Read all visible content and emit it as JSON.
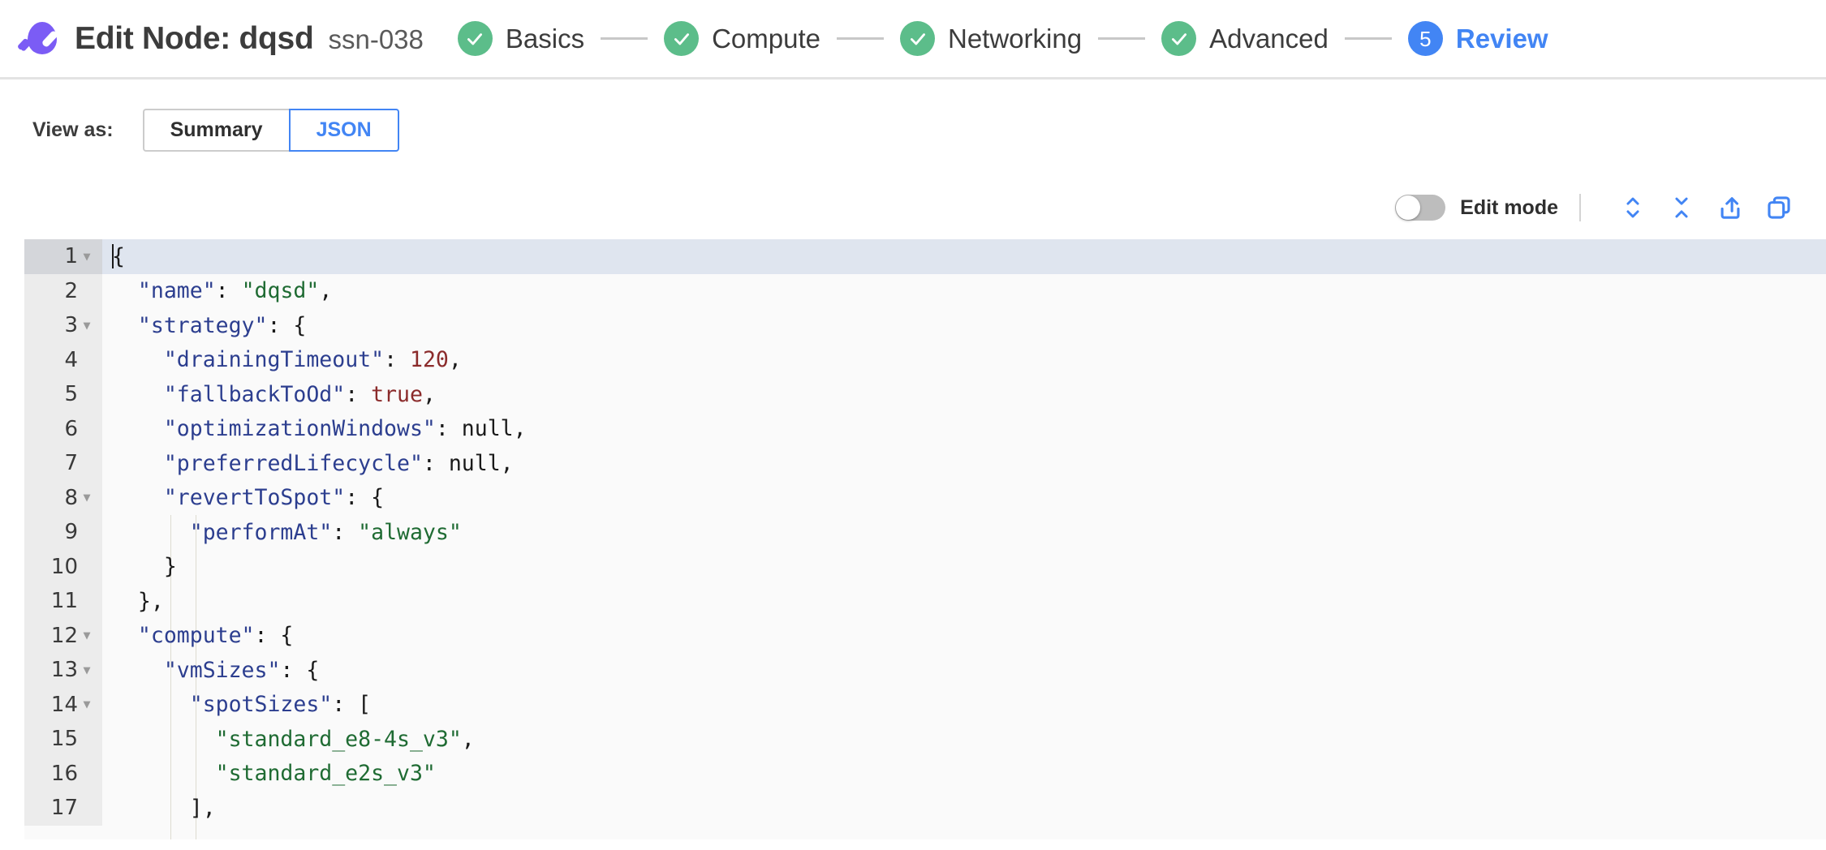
{
  "header": {
    "logo_name": "spot-logo-icon",
    "title": "Edit Node: dqsd",
    "sub_id": "ssn-038",
    "brand_color": "#7b5cf5",
    "steps": [
      {
        "label": "Basics",
        "state": "done",
        "badge": "check"
      },
      {
        "label": "Compute",
        "state": "done",
        "badge": "check"
      },
      {
        "label": "Networking",
        "state": "done",
        "badge": "check"
      },
      {
        "label": "Advanced",
        "state": "done",
        "badge": "check"
      },
      {
        "label": "Review",
        "state": "active",
        "badge": "5"
      }
    ],
    "done_color": "#5cbd8a",
    "active_color": "#4285f4"
  },
  "view_as": {
    "label": "View as:",
    "options": [
      {
        "label": "Summary",
        "selected": false
      },
      {
        "label": "JSON",
        "selected": true
      }
    ]
  },
  "editor_toolbar": {
    "edit_mode_label": "Edit mode",
    "edit_mode_on": false,
    "actions": [
      {
        "name": "expand-all-icon",
        "title": "Expand all"
      },
      {
        "name": "collapse-all-icon",
        "title": "Collapse all"
      },
      {
        "name": "share-icon",
        "title": "Share"
      },
      {
        "name": "copy-icon",
        "title": "Copy"
      }
    ],
    "icon_color": "#4285f4"
  },
  "json_editor": {
    "active_line": 1,
    "colors": {
      "key": "#2c3e8f",
      "string": "#1f6b33",
      "number": "#8b2b2b",
      "boolean": "#8b2b2b",
      "null": "#1a1a1a",
      "punctuation": "#1a1a1a",
      "gutter_bg": "#ececec",
      "content_bg": "#fafafa",
      "active_line_bg": "#dfe5ef"
    },
    "lines": [
      {
        "no": 1,
        "fold": true,
        "indent": 0,
        "tokens": [
          {
            "t": "{",
            "c": "p"
          }
        ],
        "cursor": true
      },
      {
        "no": 2,
        "fold": false,
        "indent": 1,
        "tokens": [
          {
            "t": "\"name\"",
            "c": "k"
          },
          {
            "t": ": ",
            "c": "p"
          },
          {
            "t": "\"dqsd\"",
            "c": "s"
          },
          {
            "t": ",",
            "c": "p"
          }
        ]
      },
      {
        "no": 3,
        "fold": true,
        "indent": 1,
        "tokens": [
          {
            "t": "\"strategy\"",
            "c": "k"
          },
          {
            "t": ": {",
            "c": "p"
          }
        ]
      },
      {
        "no": 4,
        "fold": false,
        "indent": 2,
        "tokens": [
          {
            "t": "\"drainingTimeout\"",
            "c": "k"
          },
          {
            "t": ": ",
            "c": "p"
          },
          {
            "t": "120",
            "c": "n"
          },
          {
            "t": ",",
            "c": "p"
          }
        ]
      },
      {
        "no": 5,
        "fold": false,
        "indent": 2,
        "tokens": [
          {
            "t": "\"fallbackToOd\"",
            "c": "k"
          },
          {
            "t": ": ",
            "c": "p"
          },
          {
            "t": "true",
            "c": "b"
          },
          {
            "t": ",",
            "c": "p"
          }
        ]
      },
      {
        "no": 6,
        "fold": false,
        "indent": 2,
        "tokens": [
          {
            "t": "\"optimizationWindows\"",
            "c": "k"
          },
          {
            "t": ": ",
            "c": "p"
          },
          {
            "t": "null",
            "c": "nl"
          },
          {
            "t": ",",
            "c": "p"
          }
        ]
      },
      {
        "no": 7,
        "fold": false,
        "indent": 2,
        "tokens": [
          {
            "t": "\"preferredLifecycle\"",
            "c": "k"
          },
          {
            "t": ": ",
            "c": "p"
          },
          {
            "t": "null",
            "c": "nl"
          },
          {
            "t": ",",
            "c": "p"
          }
        ]
      },
      {
        "no": 8,
        "fold": true,
        "indent": 2,
        "tokens": [
          {
            "t": "\"revertToSpot\"",
            "c": "k"
          },
          {
            "t": ": {",
            "c": "p"
          }
        ]
      },
      {
        "no": 9,
        "fold": false,
        "indent": 3,
        "tokens": [
          {
            "t": "\"performAt\"",
            "c": "k"
          },
          {
            "t": ": ",
            "c": "p"
          },
          {
            "t": "\"always\"",
            "c": "s"
          }
        ]
      },
      {
        "no": 10,
        "fold": false,
        "indent": 2,
        "tokens": [
          {
            "t": "}",
            "c": "p"
          }
        ]
      },
      {
        "no": 11,
        "fold": false,
        "indent": 1,
        "tokens": [
          {
            "t": "},",
            "c": "p"
          }
        ]
      },
      {
        "no": 12,
        "fold": true,
        "indent": 1,
        "tokens": [
          {
            "t": "\"compute\"",
            "c": "k"
          },
          {
            "t": ": {",
            "c": "p"
          }
        ]
      },
      {
        "no": 13,
        "fold": true,
        "indent": 2,
        "tokens": [
          {
            "t": "\"vmSizes\"",
            "c": "k"
          },
          {
            "t": ": {",
            "c": "p"
          }
        ]
      },
      {
        "no": 14,
        "fold": true,
        "indent": 3,
        "tokens": [
          {
            "t": "\"spotSizes\"",
            "c": "k"
          },
          {
            "t": ": [",
            "c": "p"
          }
        ]
      },
      {
        "no": 15,
        "fold": false,
        "indent": 4,
        "tokens": [
          {
            "t": "\"standard_e8-4s_v3\"",
            "c": "s"
          },
          {
            "t": ",",
            "c": "p"
          }
        ]
      },
      {
        "no": 16,
        "fold": false,
        "indent": 4,
        "tokens": [
          {
            "t": "\"standard_e2s_v3\"",
            "c": "s"
          }
        ]
      },
      {
        "no": 17,
        "fold": false,
        "indent": 3,
        "tokens": [
          {
            "t": "],",
            "c": "p"
          }
        ]
      }
    ]
  }
}
